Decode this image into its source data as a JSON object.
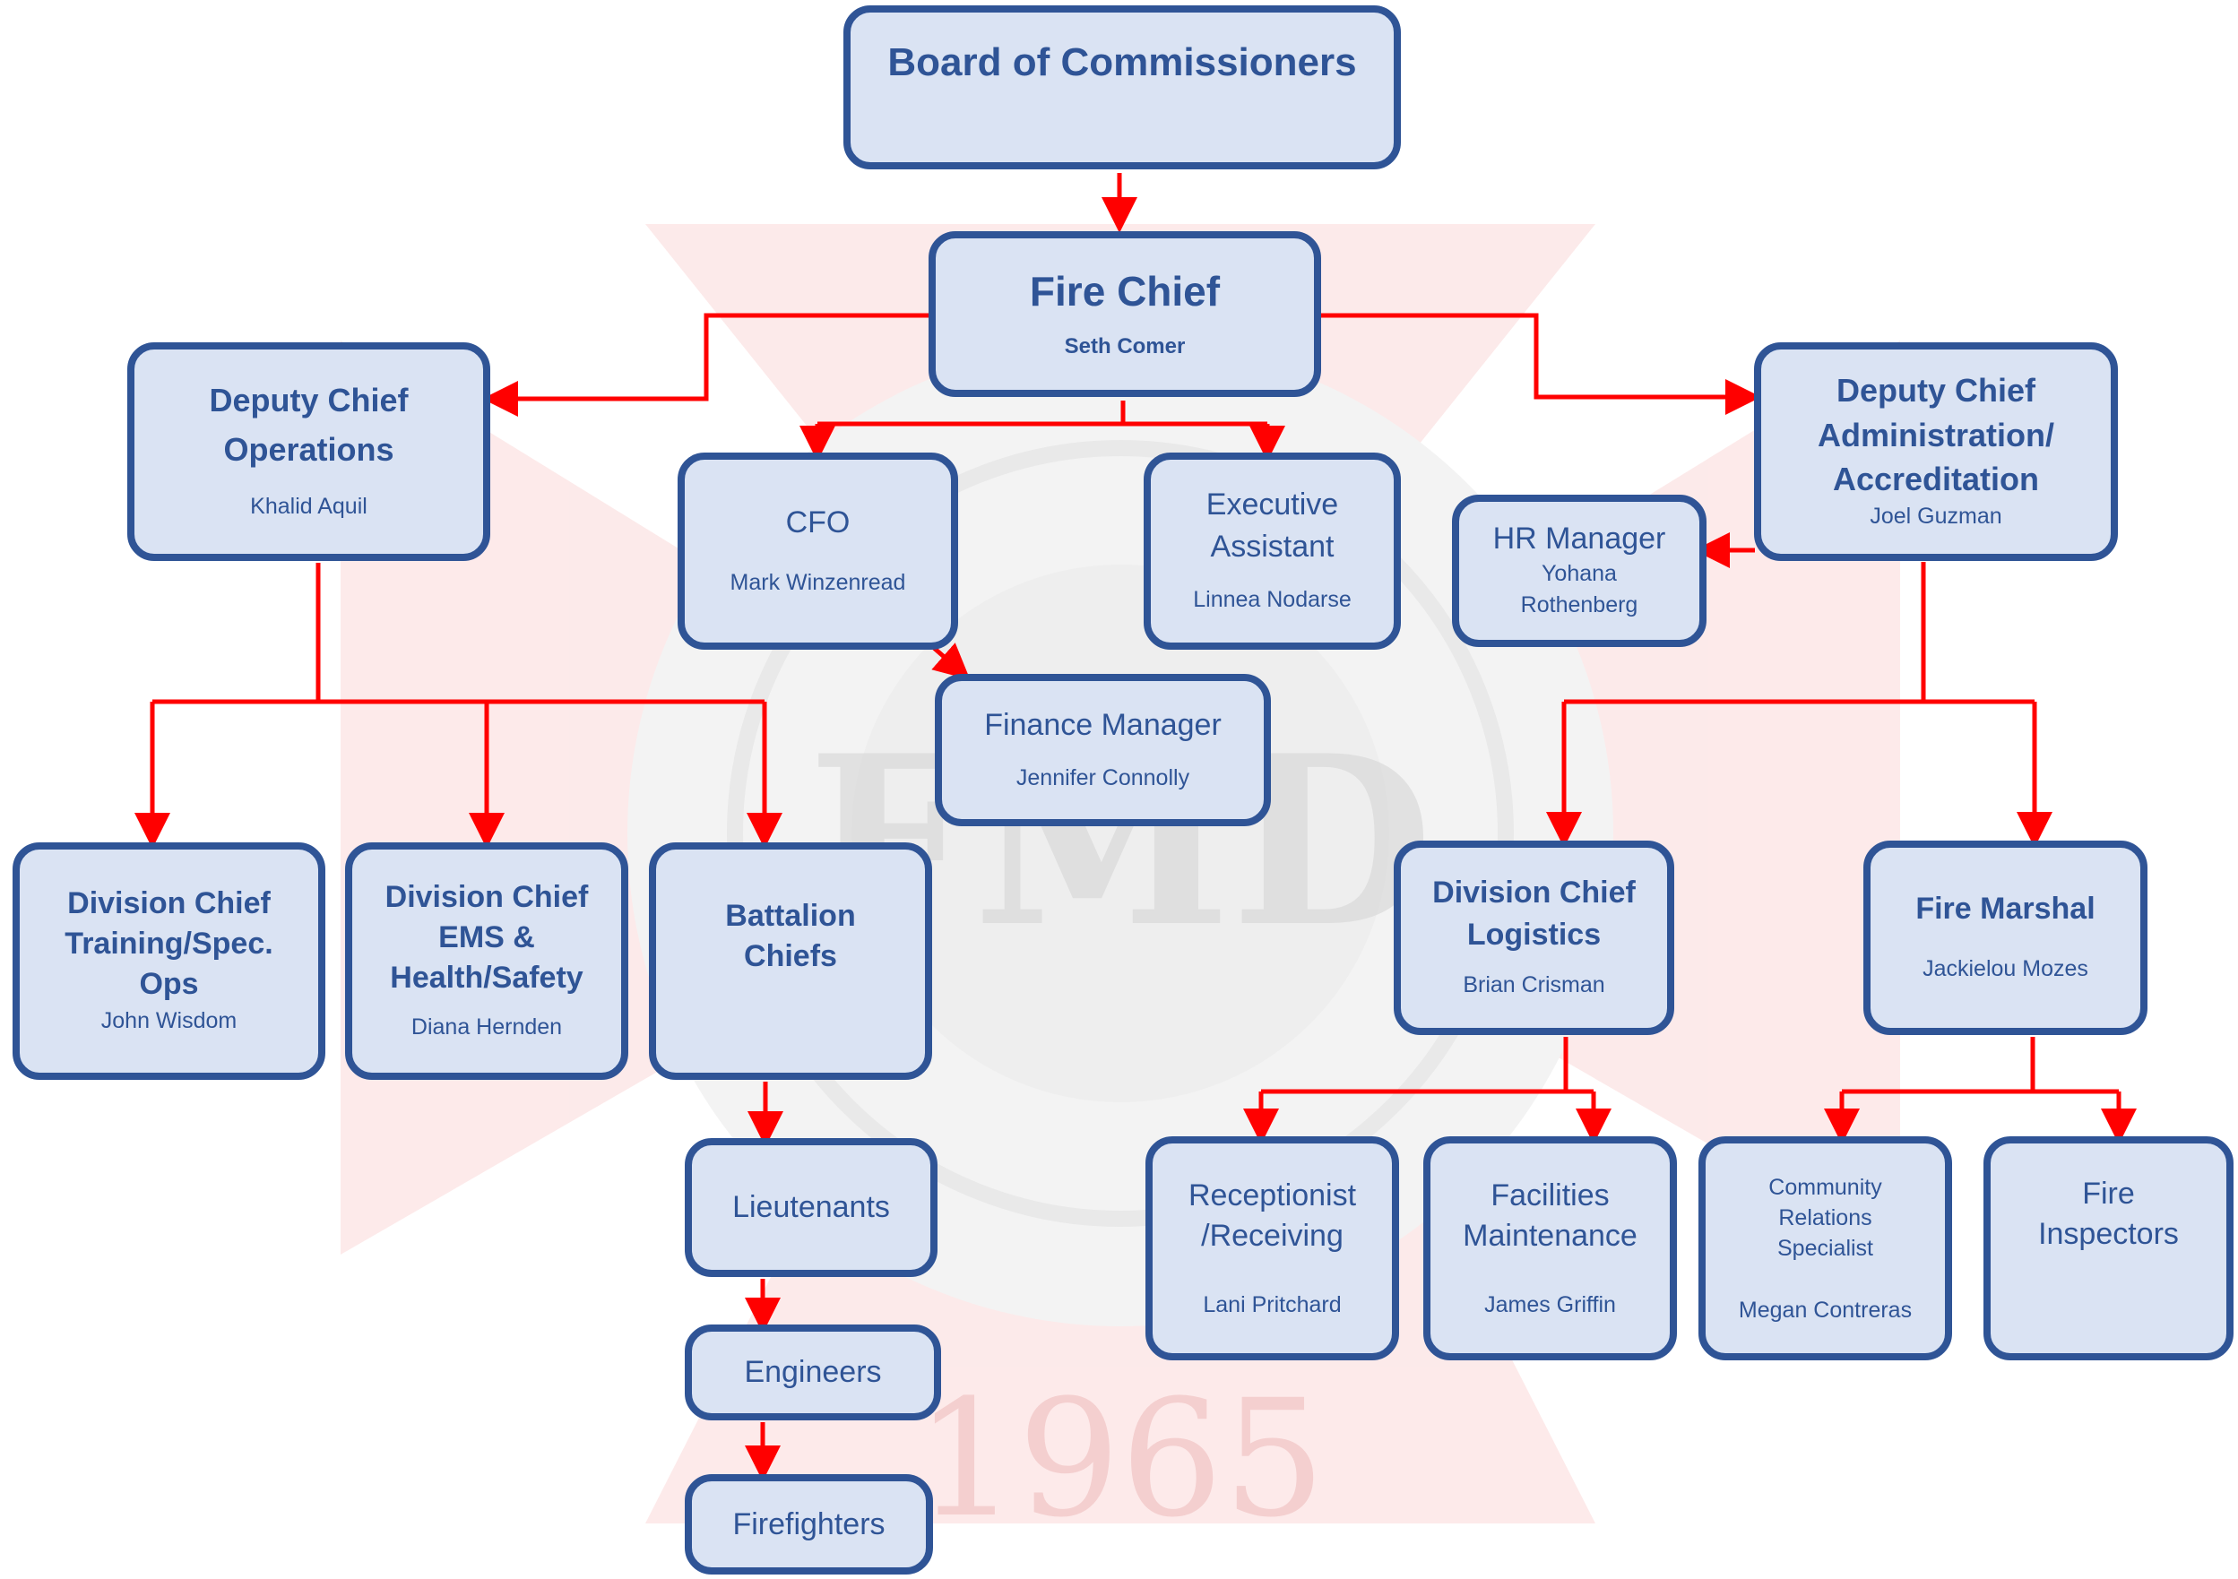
{
  "colors": {
    "box_fill": "#dae3f3",
    "box_border": "#2f5496",
    "text": "#2f5496",
    "connector": "#ff0000"
  },
  "board": {
    "title": "Board of Commissioners"
  },
  "fire_chief": {
    "title": "Fire Chief",
    "name": "Seth Comer"
  },
  "deputy_operations": {
    "title_line1": "Deputy Chief",
    "title_line2": "Operations",
    "name": "Khalid Aquil"
  },
  "deputy_admin": {
    "title_line1": "Deputy Chief",
    "title_line2": "Administration/",
    "title_line3": "Accreditation",
    "name": "Joel Guzman"
  },
  "cfo": {
    "title": "CFO",
    "name": "Mark Winzenread"
  },
  "executive_assistant": {
    "title_line1": "Executive",
    "title_line2": "Assistant",
    "name": "Linnea Nodarse"
  },
  "hr_manager": {
    "title": "HR Manager",
    "name_line1": "Yohana",
    "name_line2": "Rothenberg"
  },
  "finance_manager": {
    "title": "Finance Manager",
    "name": "Jennifer Connolly"
  },
  "div_training": {
    "title_line1": "Division Chief",
    "title_line2": "Training/Spec.",
    "title_line3": "Ops",
    "name": "John Wisdom"
  },
  "div_ems": {
    "title_line1": "Division Chief",
    "title_line2": "EMS &",
    "title_line3": "Health/Safety",
    "name": "Diana Hernden"
  },
  "battalion": {
    "title_line1": "Battalion",
    "title_line2": "Chiefs"
  },
  "div_logistics": {
    "title_line1": "Division Chief",
    "title_line2": "Logistics",
    "name": "Brian Crisman"
  },
  "fire_marshal": {
    "title": "Fire Marshal",
    "name": "Jackielou Mozes"
  },
  "lieutenants": {
    "title": "Lieutenants"
  },
  "engineers": {
    "title": "Engineers"
  },
  "firefighters": {
    "title": "Firefighters"
  },
  "receptionist": {
    "title_line1": "Receptionist",
    "title_line2": "/Receiving",
    "name": "Lani Pritchard"
  },
  "facilities": {
    "title_line1": "Facilities",
    "title_line2": "Maintenance",
    "name": "James Griffin"
  },
  "community": {
    "title_line1": "Community",
    "title_line2": "Relations",
    "title_line3": "Specialist",
    "name": "Megan Contreras"
  },
  "inspectors": {
    "title_line1": "Fire",
    "title_line2": "Inspectors"
  },
  "watermark": {
    "year": "1965",
    "letters": "FMD"
  }
}
